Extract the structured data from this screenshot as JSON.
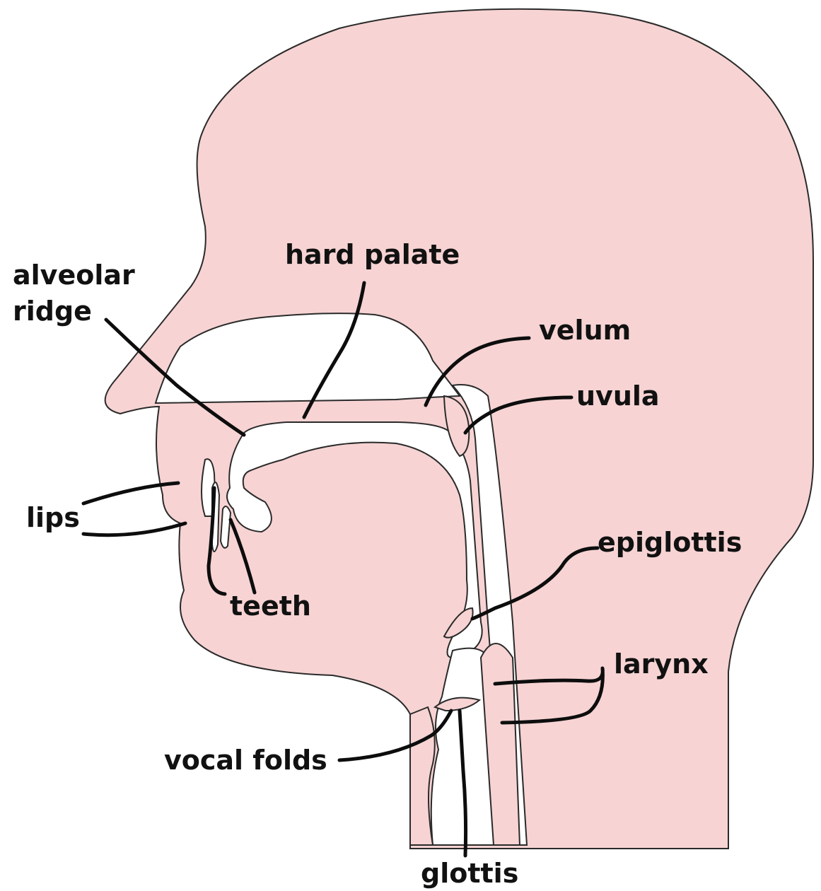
{
  "colors": {
    "skin": "#f7d3d3",
    "cavity": "#ffffff",
    "outline": "#2a2a2a",
    "pointer": "#0d0d0d",
    "text": "#111111"
  },
  "labels": {
    "alveolar_ridge_line1": "alveolar",
    "alveolar_ridge_line2": "ridge",
    "hard_palate": "hard palate",
    "velum": "velum",
    "uvula": "uvula",
    "lips": "lips",
    "teeth": "teeth",
    "epiglottis": "epiglottis",
    "larynx": "larynx",
    "vocal_folds": "vocal folds",
    "glottis": "glottis"
  }
}
